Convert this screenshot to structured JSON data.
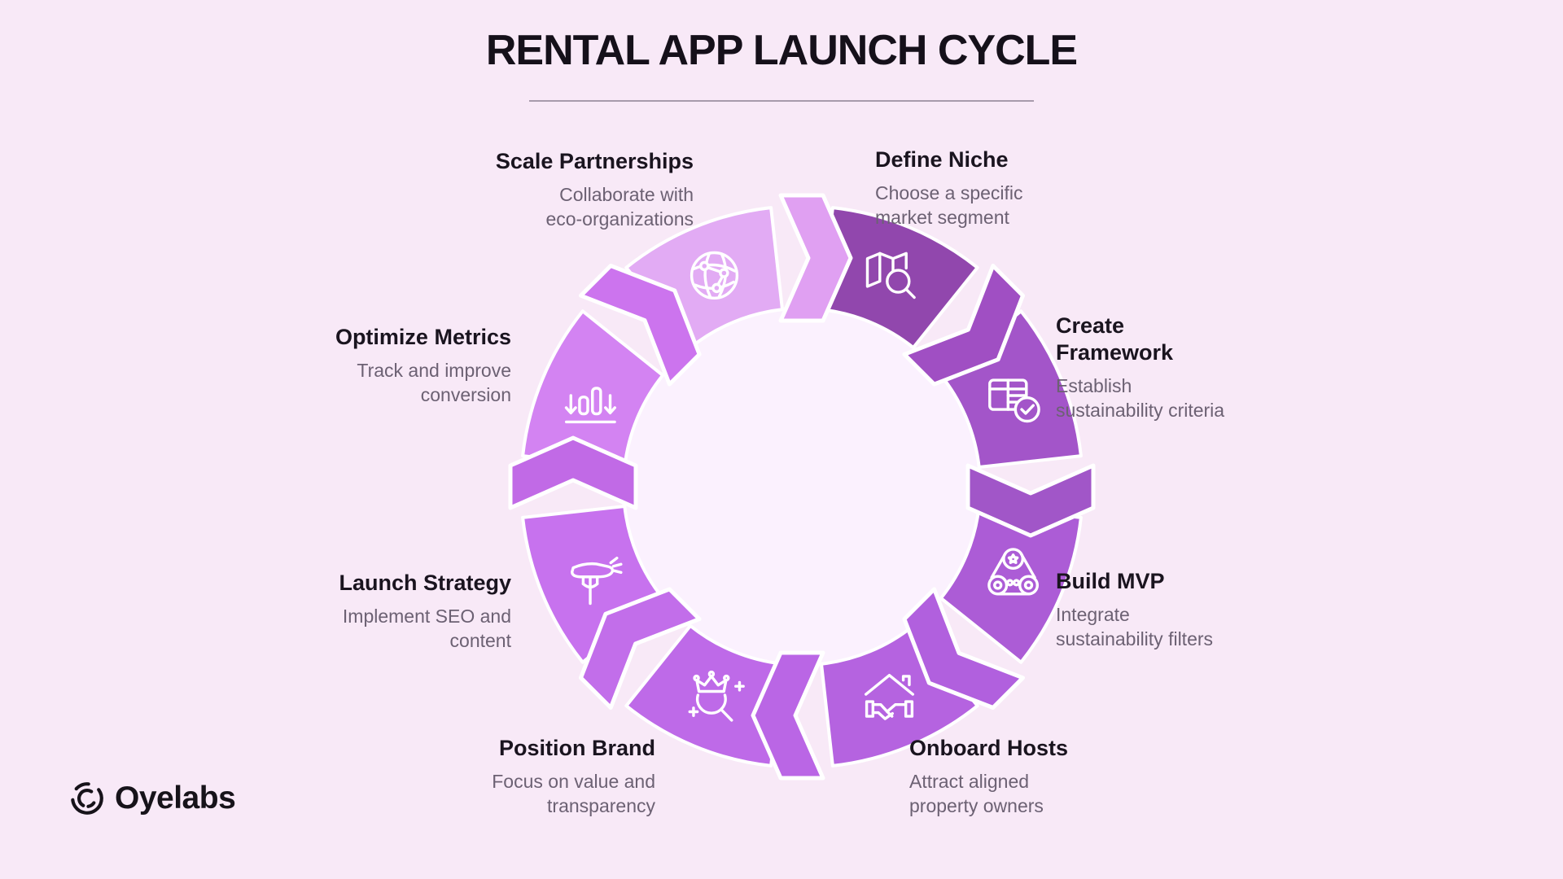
{
  "title": "RENTAL APP LAUNCH CYCLE",
  "brand": {
    "name": "Oyelabs"
  },
  "palette": {
    "background": "#F8E9F7",
    "inner_circle": "#FBF1FE",
    "outline": "#FFFFFF",
    "heading_text": "#15101A",
    "step_title_text": "#1A141F",
    "step_desc_text": "#6C6173",
    "underline": "#8D8093"
  },
  "steps": [
    {
      "title": "Define Niche",
      "desc": "Choose a specific\nmarket segment",
      "color": "#9147AD",
      "icon": "map-search"
    },
    {
      "title": "Create\nFramework",
      "desc": "Establish\nsustainability criteria",
      "color": "#A355C9",
      "icon": "table-check"
    },
    {
      "title": "Build MVP",
      "desc": "Integrate\nsustainability filters",
      "color": "#AC5CD6",
      "icon": "belt-pulley"
    },
    {
      "title": "Onboard Hosts",
      "desc": "Attract aligned\nproperty owners",
      "color": "#B563E0",
      "icon": "house-handshake"
    },
    {
      "title": "Position Brand",
      "desc": "Focus on value and\ntransparency",
      "color": "#BE6AE8",
      "icon": "crown-search"
    },
    {
      "title": "Launch Strategy",
      "desc": "Implement SEO and\ncontent",
      "color": "#C772EE",
      "icon": "carrot-fork"
    },
    {
      "title": "Optimize Metrics",
      "desc": "Track and improve\nconversion",
      "color": "#D383F2",
      "icon": "chart-decrease"
    },
    {
      "title": "Scale Partnerships",
      "desc": "Collaborate with\neco-organizations",
      "color": "#E2ABF4",
      "icon": "globe-network"
    }
  ],
  "connectors": [
    {
      "position": "top",
      "color": "#E0A0F2"
    },
    {
      "position": "top-right",
      "color": "#A04FC3"
    },
    {
      "position": "right",
      "color": "#A156C8"
    },
    {
      "position": "bottom-right",
      "color": "#B160DE"
    },
    {
      "position": "bottom",
      "color": "#BA66E5"
    },
    {
      "position": "bottom-left",
      "color": "#C26EEA"
    },
    {
      "position": "left",
      "color": "#C16AE6"
    },
    {
      "position": "top-left",
      "color": "#CC74EE"
    }
  ]
}
